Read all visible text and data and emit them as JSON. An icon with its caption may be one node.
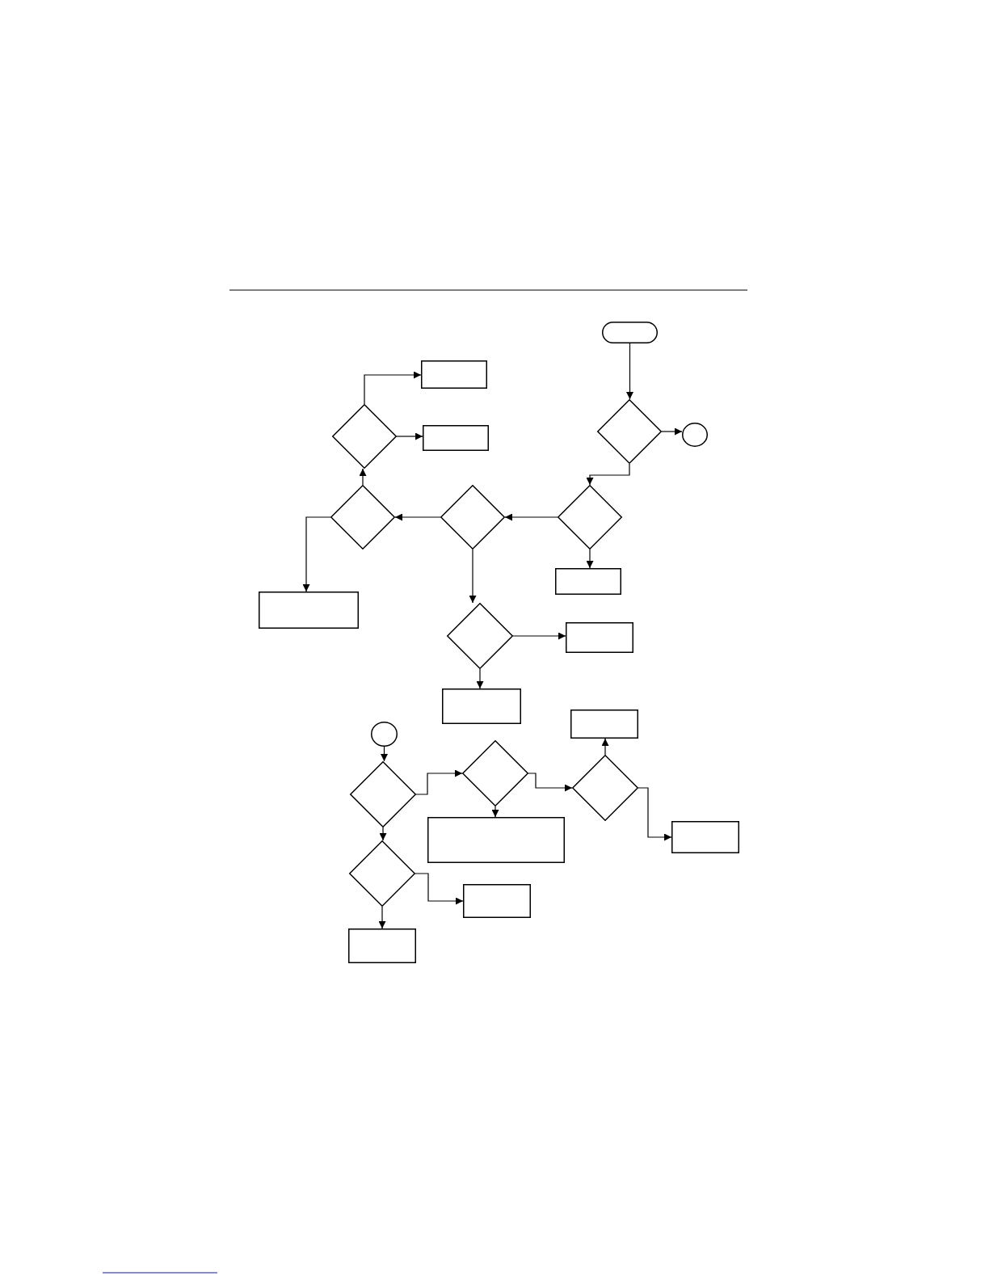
{
  "diagram": {
    "nodes": [
      {
        "text": [],
        "shape": "terminal"
      },
      {
        "text": [],
        "shape": "box"
      },
      {
        "text": [],
        "shape": "diamond"
      },
      {
        "text": [],
        "shape": "box"
      },
      {
        "text": [],
        "shape": "diamond"
      },
      {
        "text": [],
        "shape": "circle"
      },
      {
        "text": [],
        "shape": "diamond"
      },
      {
        "text": [],
        "shape": "diamond"
      },
      {
        "text": [],
        "shape": "diamond"
      },
      {
        "text": [],
        "shape": "box"
      },
      {
        "text": [],
        "shape": "box"
      },
      {
        "text": [],
        "shape": "diamond"
      },
      {
        "text": [],
        "shape": "box"
      },
      {
        "text": [],
        "shape": "box"
      },
      {
        "text": [],
        "shape": "box"
      },
      {
        "text": [],
        "shape": "circle"
      },
      {
        "text": [],
        "shape": "diamond"
      },
      {
        "text": [],
        "shape": "diamond"
      },
      {
        "text": [],
        "shape": "diamond"
      },
      {
        "text": [],
        "shape": "box"
      },
      {
        "text": [],
        "shape": "box"
      },
      {
        "text": [],
        "shape": "diamond"
      },
      {
        "text": [],
        "shape": "box"
      },
      {
        "text": [],
        "shape": "box"
      }
    ],
    "edges": [
      {
        "from": 0,
        "to": 4,
        "arrow": "to"
      },
      {
        "from": 4,
        "to": 5,
        "arrow": "to"
      },
      {
        "from": 4,
        "to": 8,
        "arrow": "to"
      },
      {
        "from": 8,
        "to": 7,
        "arrow": "to"
      },
      {
        "from": 8,
        "to": 9,
        "arrow": "to"
      },
      {
        "from": 7,
        "to": 6,
        "arrow": "to"
      },
      {
        "from": 7,
        "to": 11,
        "arrow": "to"
      },
      {
        "from": 6,
        "to": 2,
        "arrow": "to"
      },
      {
        "from": 6,
        "to": 10,
        "arrow": "to"
      },
      {
        "from": 2,
        "to": 1,
        "arrow": "to"
      },
      {
        "from": 2,
        "to": 3,
        "arrow": "to"
      },
      {
        "from": 11,
        "to": 12,
        "arrow": "to"
      },
      {
        "from": 11,
        "to": 13,
        "arrow": "to"
      },
      {
        "from": 15,
        "to": 18,
        "arrow": "to"
      },
      {
        "from": 18,
        "to": 16,
        "arrow": "to"
      },
      {
        "from": 16,
        "to": 17,
        "arrow": "to"
      },
      {
        "from": 16,
        "to": 19,
        "arrow": "to"
      },
      {
        "from": 17,
        "to": 14,
        "arrow": "to"
      },
      {
        "from": 17,
        "to": 20,
        "arrow": "to"
      },
      {
        "from": 18,
        "to": 21,
        "arrow": "to"
      },
      {
        "from": 21,
        "to": 22,
        "arrow": "to"
      },
      {
        "from": 21,
        "to": 23,
        "arrow": "to"
      }
    ]
  }
}
